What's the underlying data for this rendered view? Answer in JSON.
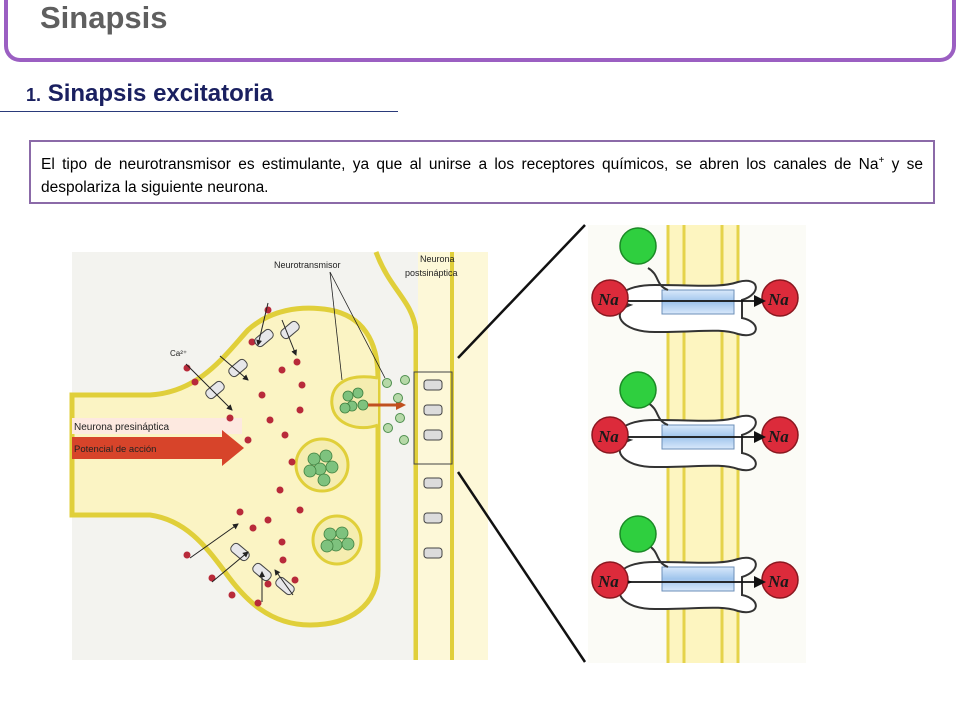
{
  "slide": {
    "title": "Sinapsis",
    "section_number": "1.",
    "section_title": "Sinapsis excitatoria",
    "description_part1": "El tipo de neurotransmisor es estimulante, ya que al unirse a los receptores químicos, se abren los canales de Na",
    "description_sup": "+",
    "description_part2": " y se despolariza la siguiente neurona."
  },
  "diagram": {
    "labels": {
      "neurotransmitter": "Neurotransmisor",
      "postsynaptic_line1": "Neurona",
      "postsynaptic_line2": "postsináptica",
      "calcium": "Ca²⁺",
      "presynaptic": "Neurona presináptica",
      "action_potential": "Potencial de acción",
      "sodium": "Na"
    },
    "colors": {
      "membrane": "#e8d840",
      "cytoplasm": "#fdf7cc",
      "vesicle_fill": "#7ec27e",
      "calcium_dot": "#b82a3a",
      "arrow": "#d7442a",
      "receptor_green": "#2fcf3f",
      "sodium_red": "#dc2b3b",
      "channel": "#a8cbef"
    }
  }
}
